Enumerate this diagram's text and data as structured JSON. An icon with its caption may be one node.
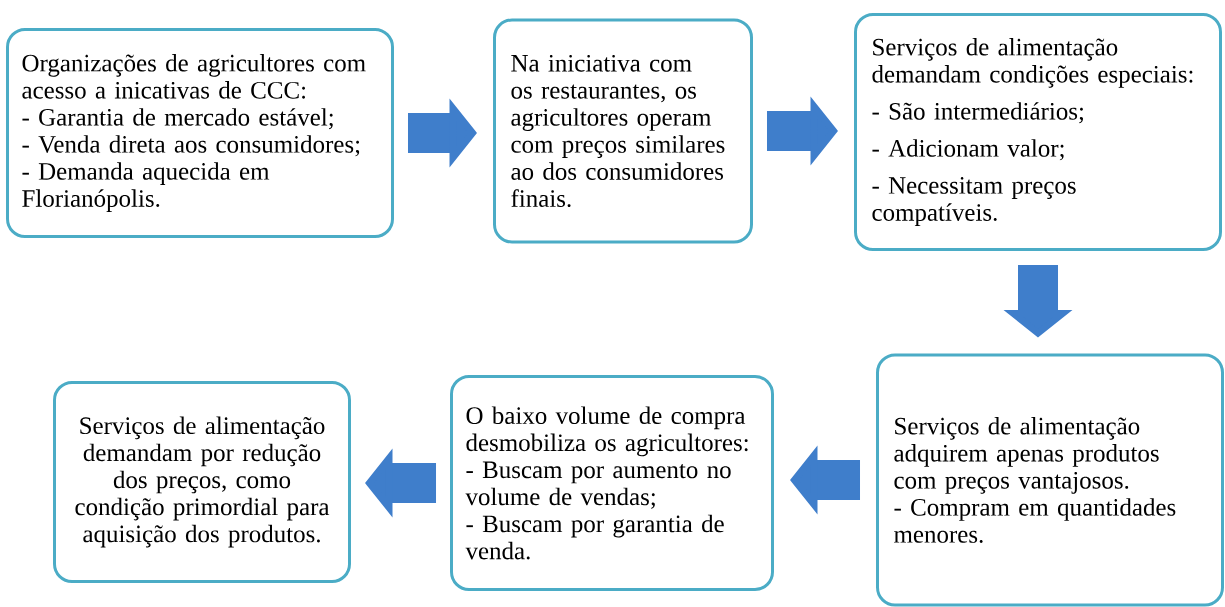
{
  "diagram": {
    "nodes": [
      {
        "text": [
          "Organizações de agricultores com acesso a inicativas de CCC:",
          "- Garantia de mercado estável;",
          "- Venda direta aos consumidores;",
          "- Demanda aquecida em Florianópolis."
        ]
      },
      {
        "text": [
          "Na iniciativa com os restaurantes, os agricultores operam com preços similares ao dos consumidores finais."
        ]
      },
      {
        "text": [
          "Serviços de alimentação demandam condições especiais:",
          "- São intermediários;",
          "- Adicionam valor;",
          "- Necessitam preços compatíveis."
        ]
      },
      {
        "text": [
          "Serviços de alimentação adquirem apenas produtos com preços vantajosos.",
          "- Compram em quantidades menores."
        ]
      },
      {
        "text": [
          "O baixo volume de compra desmobiliza os agricultores:",
          "- Buscam por aumento no volume de vendas;",
          "- Buscam por garantia de venda."
        ]
      },
      {
        "text": [
          "Serviços de alimentação demandam por redução dos preços, como condição primordial para aquisição dos produtos."
        ]
      }
    ],
    "edges": [
      {
        "from": 0,
        "to": 1,
        "arrow": "to"
      },
      {
        "from": 1,
        "to": 2,
        "arrow": "to"
      },
      {
        "from": 2,
        "to": 3,
        "arrow": "to"
      },
      {
        "from": 3,
        "to": 4,
        "arrow": "to"
      },
      {
        "from": 4,
        "to": 5,
        "arrow": "to"
      }
    ]
  }
}
